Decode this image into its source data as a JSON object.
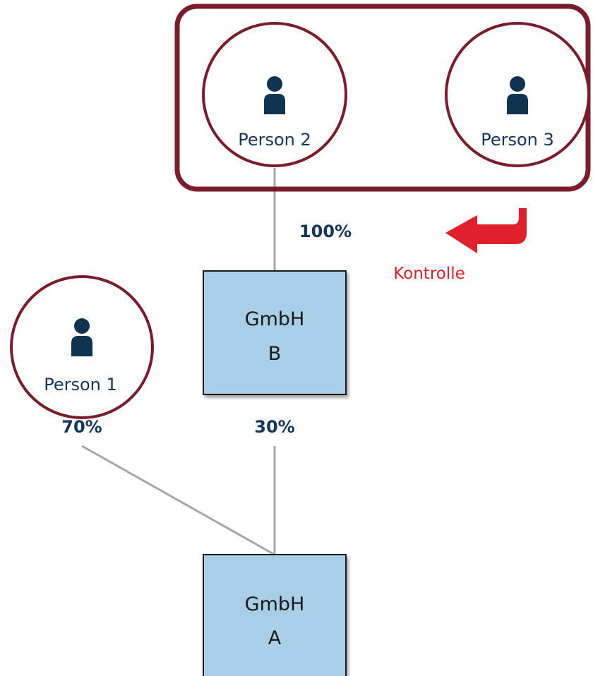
{
  "persons": [
    {
      "id": "person-2",
      "label": "Person 2"
    },
    {
      "id": "person-3",
      "label": "Person 3"
    },
    {
      "id": "person-1",
      "label": "Person 1"
    }
  ],
  "companies": [
    {
      "id": "gmbh-b",
      "line1": "GmbH",
      "line2": "B"
    },
    {
      "id": "gmbh-a",
      "line1": "GmbH",
      "line2": "A"
    }
  ],
  "shares": {
    "person2_to_b": "100%",
    "person1_to_a": "70%",
    "b_to_a": "30%"
  },
  "control_label": "Kontrolle",
  "colors": {
    "group_border": "#7b1c2a",
    "circle_border": "#7b1c2a",
    "person_icon": "#0f3350",
    "box_fill": "#a9cfe6",
    "connector": "#a6a6a6",
    "percent_text": "#12375a",
    "control_arrow": "#e0202a"
  }
}
